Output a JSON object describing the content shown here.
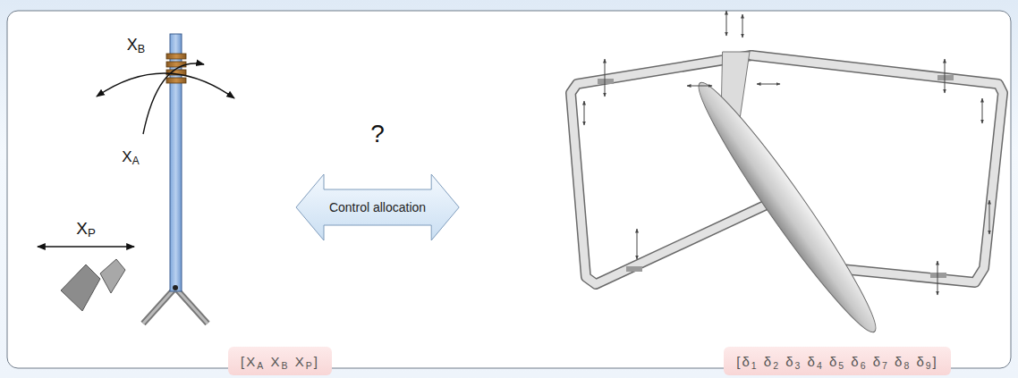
{
  "diagram": {
    "nodes": [
      {
        "text": [
          "Control allocation"
        ]
      },
      {
        "text": [
          "[XA XB XP]"
        ]
      },
      {
        "text": [
          "[δ1 δ2 δ3 δ4 δ5 δ6 δ7 δ8 δ9]"
        ]
      }
    ],
    "labels": [
      "XB",
      "XA",
      "XP",
      "?"
    ]
  }
}
